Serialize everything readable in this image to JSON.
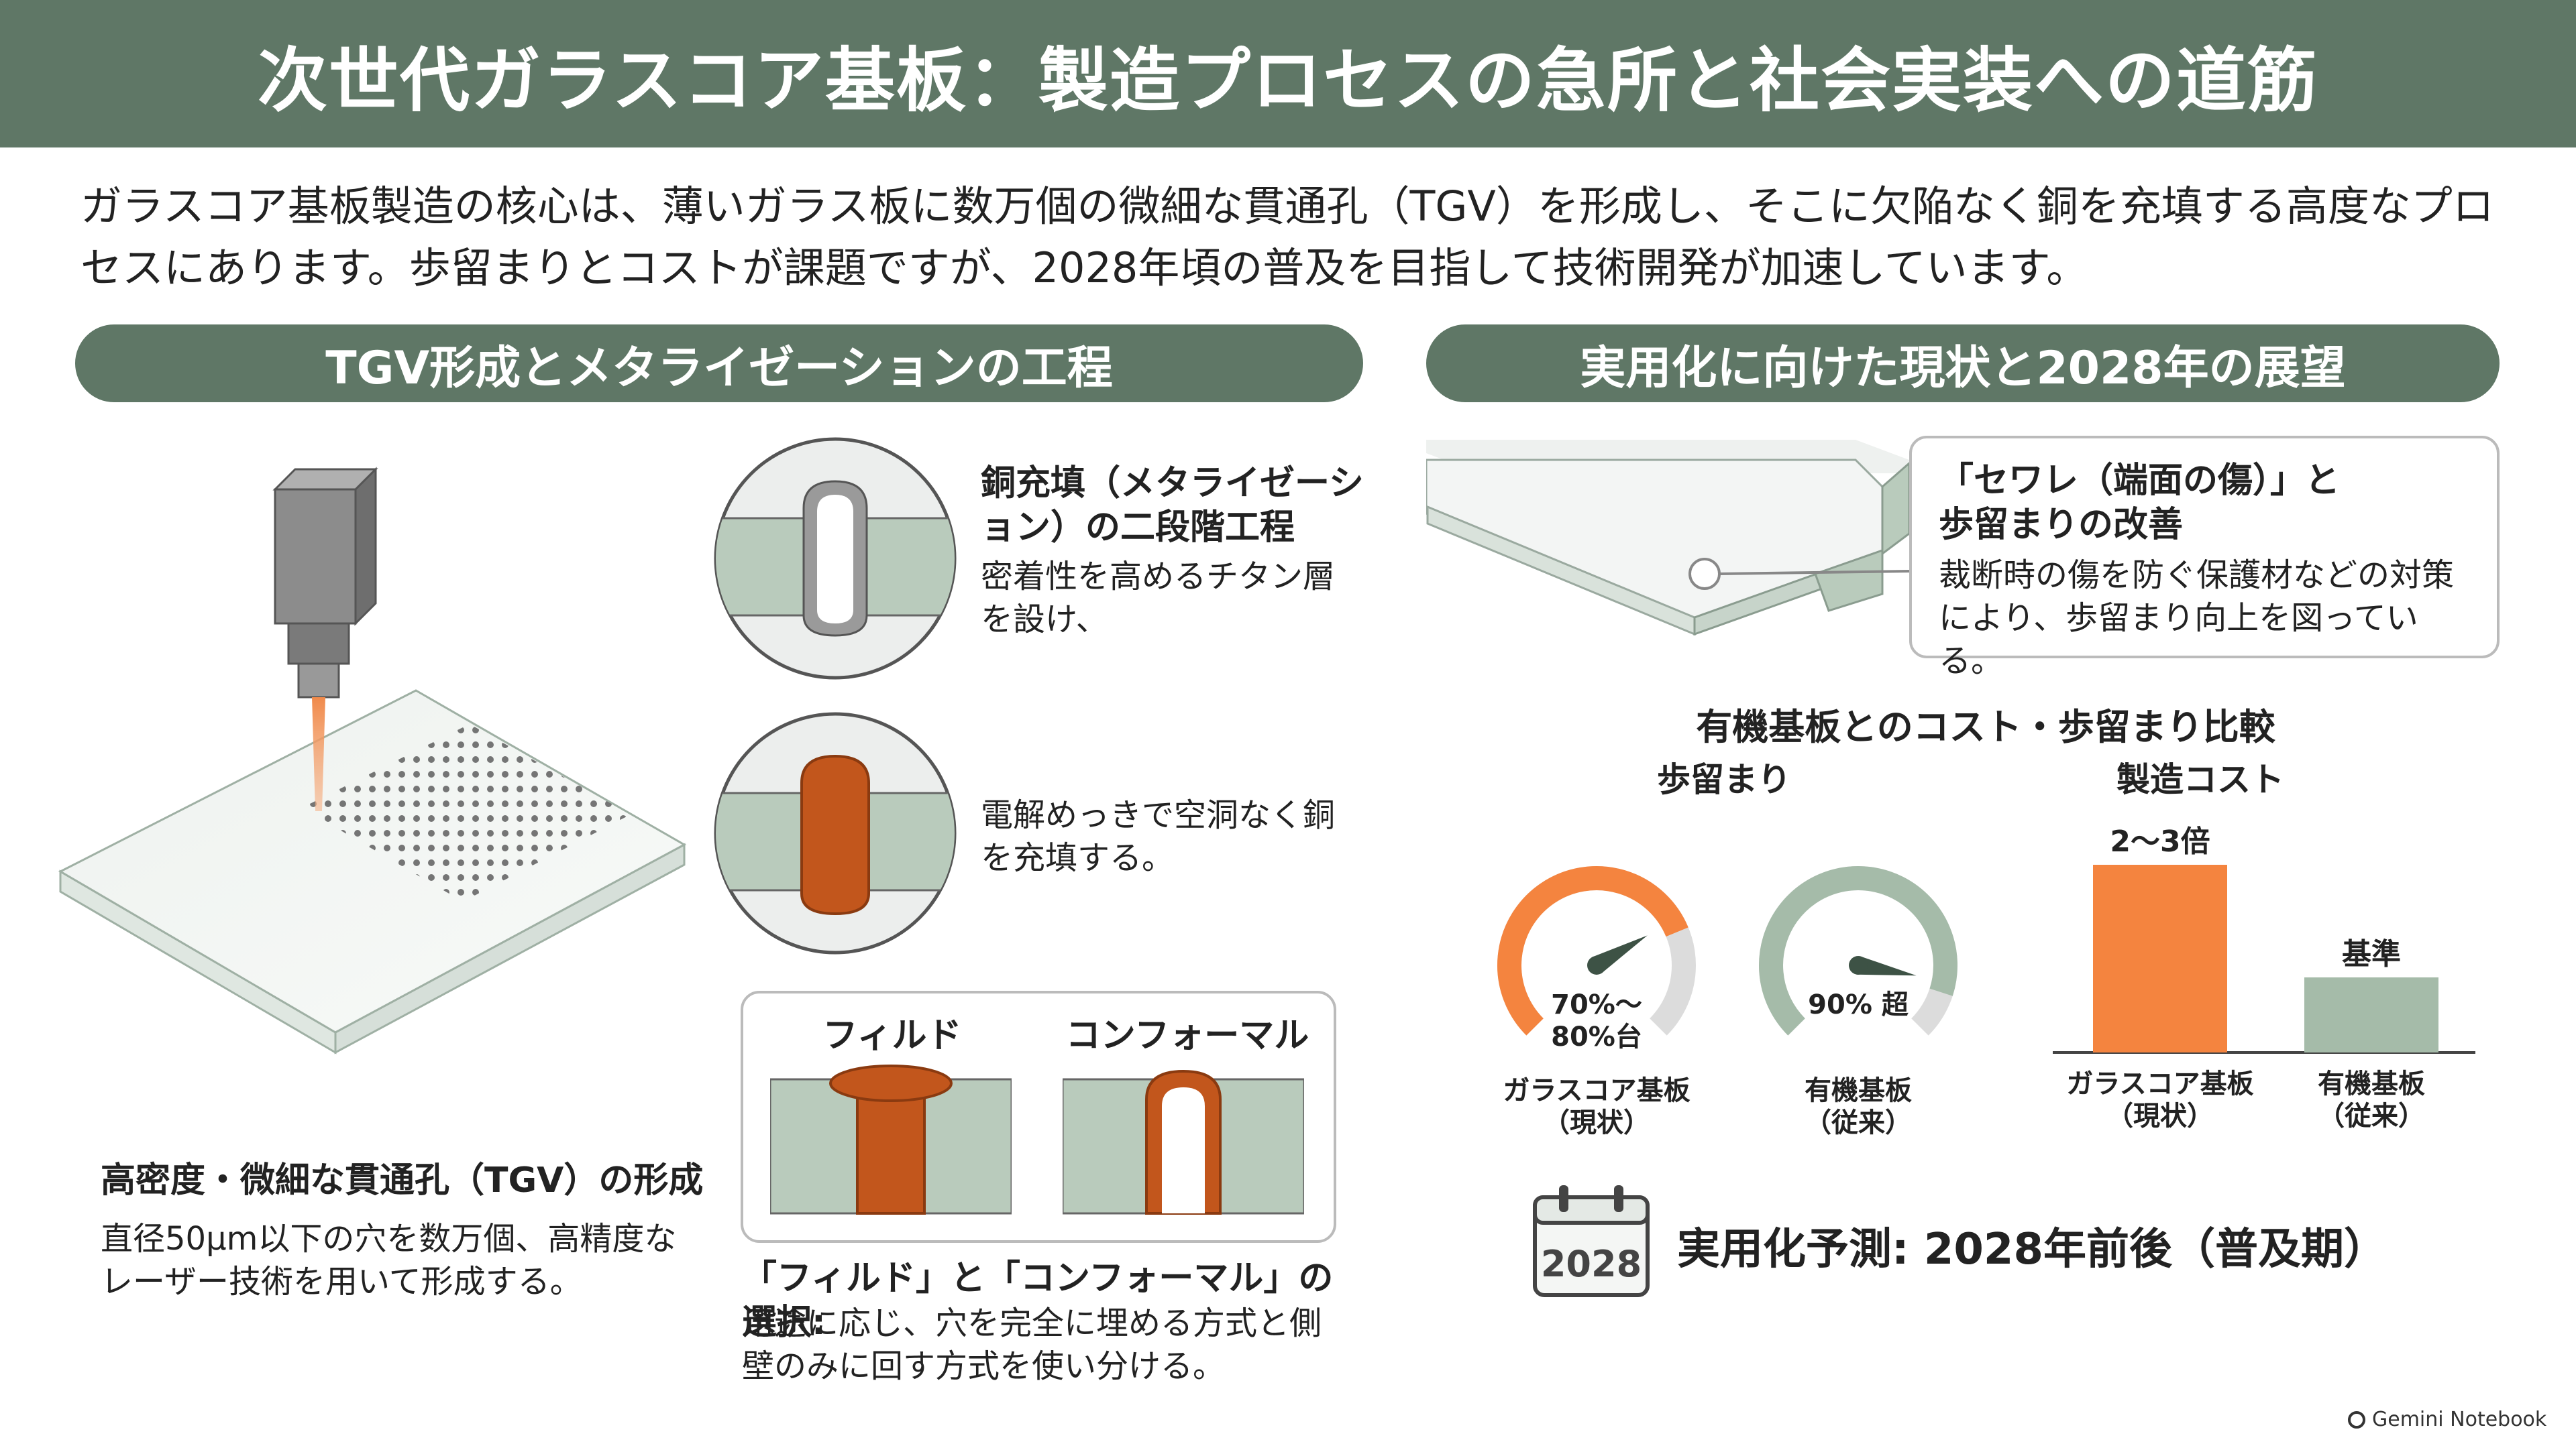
{
  "title": "次世代ガラスコア基板：製造プロセスの急所と社会実装への道筋",
  "intro": "ガラスコア基板製造の核心は、薄いガラス板に数万個の微細な貫通孔（TGV）を形成し、そこに欠陥なく銅を充填する高度なプロセスにあります。歩留まりとコストが課題ですが、2028年頃の普及を目指して技術開発が加速しています。",
  "left_section": {
    "header": "TGV形成とメタライゼーションの工程",
    "tgv": {
      "heading": "高密度・微細な貫通孔（TGV）の形成",
      "body": "直径50µm以下の穴を数万個、高精度なレーザー技術を用いて形成する。"
    },
    "copper_fill": {
      "heading": "銅充填（メタライゼーション）の二段階工程",
      "step1": "密着性を高めるチタン層を設け、",
      "step2": "電解めっきで空洞なく銅を充填する。"
    },
    "filled_label": "フィルド",
    "conformal_label": "コンフォーマル",
    "selection": {
      "heading": "「フィルド」と「コンフォーマル」の選択:",
      "body": "用途に応じ、穴を完全に埋める方式と側壁のみに回す方式を使い分ける。"
    }
  },
  "right_section": {
    "header": "実用化に向けた現状と2028年の展望",
    "chipping": {
      "heading": "「セワレ（端面の傷）」と歩留まりの改善",
      "body": "裁断時の傷を防ぐ保護材などの対策により、歩留まり向上を図っている。"
    },
    "comparison_title": "有機基板とのコスト・歩留まり比較"
  },
  "chart_data": [
    {
      "type": "gauge",
      "title": "歩留まり",
      "gauges": [
        {
          "label": "ガラスコア基板\n（現状）",
          "value_label": "70%～\n80%台",
          "value": 75,
          "color": "#f4843f"
        },
        {
          "label": "有機基板\n（従来）",
          "value_label": "90% 超",
          "value": 90,
          "color": "#a5bba9"
        }
      ]
    },
    {
      "type": "bar",
      "title": "製造コスト",
      "categories": [
        "ガラスコア基板\n（現状）",
        "有機基板\n（従来）"
      ],
      "values": [
        2.5,
        1
      ],
      "value_labels": [
        "2～3倍",
        "基準"
      ],
      "colors": [
        "#f4843f",
        "#a5bba9"
      ]
    }
  ],
  "forecast": {
    "calendar_year": "2028",
    "text": "実用化予測: 2028年前後（普及期）"
  },
  "brand": "Gemini Notebook",
  "colors": {
    "accent": "#5f7766",
    "orange": "#f4843f",
    "green": "#a5bba9",
    "copper": "#c2561c"
  }
}
